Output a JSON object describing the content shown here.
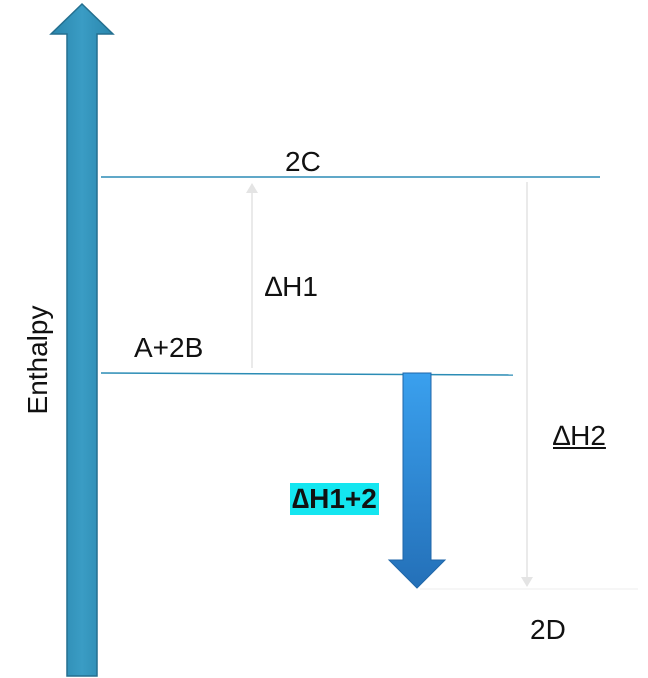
{
  "axis": {
    "label": "Enthalpy"
  },
  "levels": {
    "top": "2C",
    "middle": "A+2B",
    "bottom": "2D"
  },
  "arrows": {
    "dh1": "∆H1",
    "dh2": "∆H2",
    "dh_combined": "∆H1+2"
  },
  "colors": {
    "axis_arrow": "#2f91b8",
    "level_line": "#2b8cb5",
    "combined_arrow": "#2f86d4",
    "highlight": "#14e6f0"
  }
}
